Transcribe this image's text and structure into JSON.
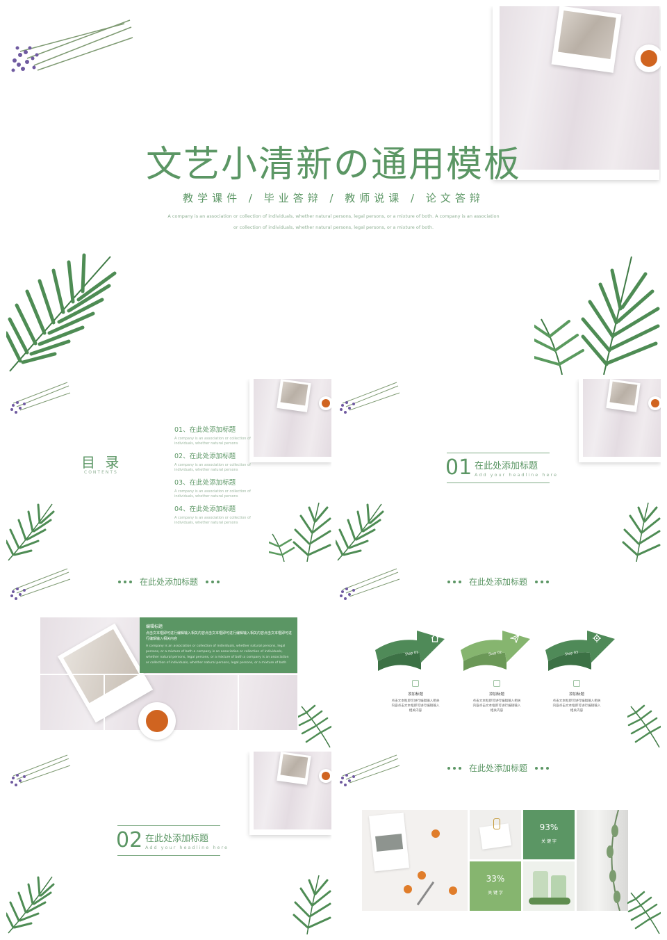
{
  "cover": {
    "title": "文艺小清新の通用模板",
    "subtitle": "教学课件 / 毕业答辩 / 教师说课 / 论文答辩",
    "desc_line1": "A company is an association or collection of individuals, whether natural persons, legal persons, or a mixture of both. A company is an association",
    "desc_line2": "or collection of individuals, whether natural persons, legal persons, or a mixture of both."
  },
  "toc": {
    "title": "目 录",
    "subtitle": "CONTENTS",
    "items": [
      {
        "label": "01、在此处添加标题",
        "desc": "A company is an association or collection of individuals, whether natural persons"
      },
      {
        "label": "02、在此处添加标题",
        "desc": "A company is an association or collection of individuals, whether natural persons"
      },
      {
        "label": "03、在此处添加标题",
        "desc": "A company is an association or collection of individuals, whether natural persons"
      },
      {
        "label": "04、在此处添加标题",
        "desc": "A company is an association or collection of individuals, whether natural persons"
      }
    ]
  },
  "section1": {
    "num": "01",
    "title": "在此处添加标题",
    "sub": "Add your headline here"
  },
  "section2": {
    "num": "02",
    "title": "在此处添加标题",
    "sub": "Add your headline here"
  },
  "slide4": {
    "header": "在此处添加标题",
    "box_title": "编辑标题",
    "box_text1": "点击文本框即可进行编辑输入相关内容点击文本框即可进行编辑输入相关内容点击文本框即可进行编辑输入相关内容",
    "box_text2": "A company is an association or collection of individuals, whether natural persons, legal persons, or a mixture of both a company is an association or collection of individuals, whether natural persons, legal persons, or a mixture of both a company is an association or collection of individuals, whether natural persons, legal persons, or a mixture of both"
  },
  "slide5": {
    "header": "在此处添加标题",
    "steps": [
      {
        "step": "Step 01",
        "title": "添加标题",
        "text": "点击文本框即可进行编辑输入相关内容点击文本框即可进行编辑输入相关内容",
        "icon": "home-icon",
        "color": "#4f8a58"
      },
      {
        "step": "Step 02",
        "title": "添加标题",
        "text": "点击文本框即可进行编辑输入相关内容点击文本框即可进行编辑输入相关内容",
        "icon": "paper-plane-icon",
        "color": "#86b56f"
      },
      {
        "step": "Step 03",
        "title": "添加标题",
        "text": "点击文本框即可进行编辑输入相关内容点击文本框即可进行编辑输入相关内容",
        "icon": "gear-icon",
        "color": "#4f8a58"
      }
    ]
  },
  "slide7": {
    "header": "在此处添加标题",
    "stat1": {
      "value": "93%",
      "label": "关 键 字"
    },
    "stat2": {
      "value": "33%",
      "label": "关 键 字"
    }
  },
  "colors": {
    "primary": "#5b9664",
    "light": "#86b56f"
  }
}
